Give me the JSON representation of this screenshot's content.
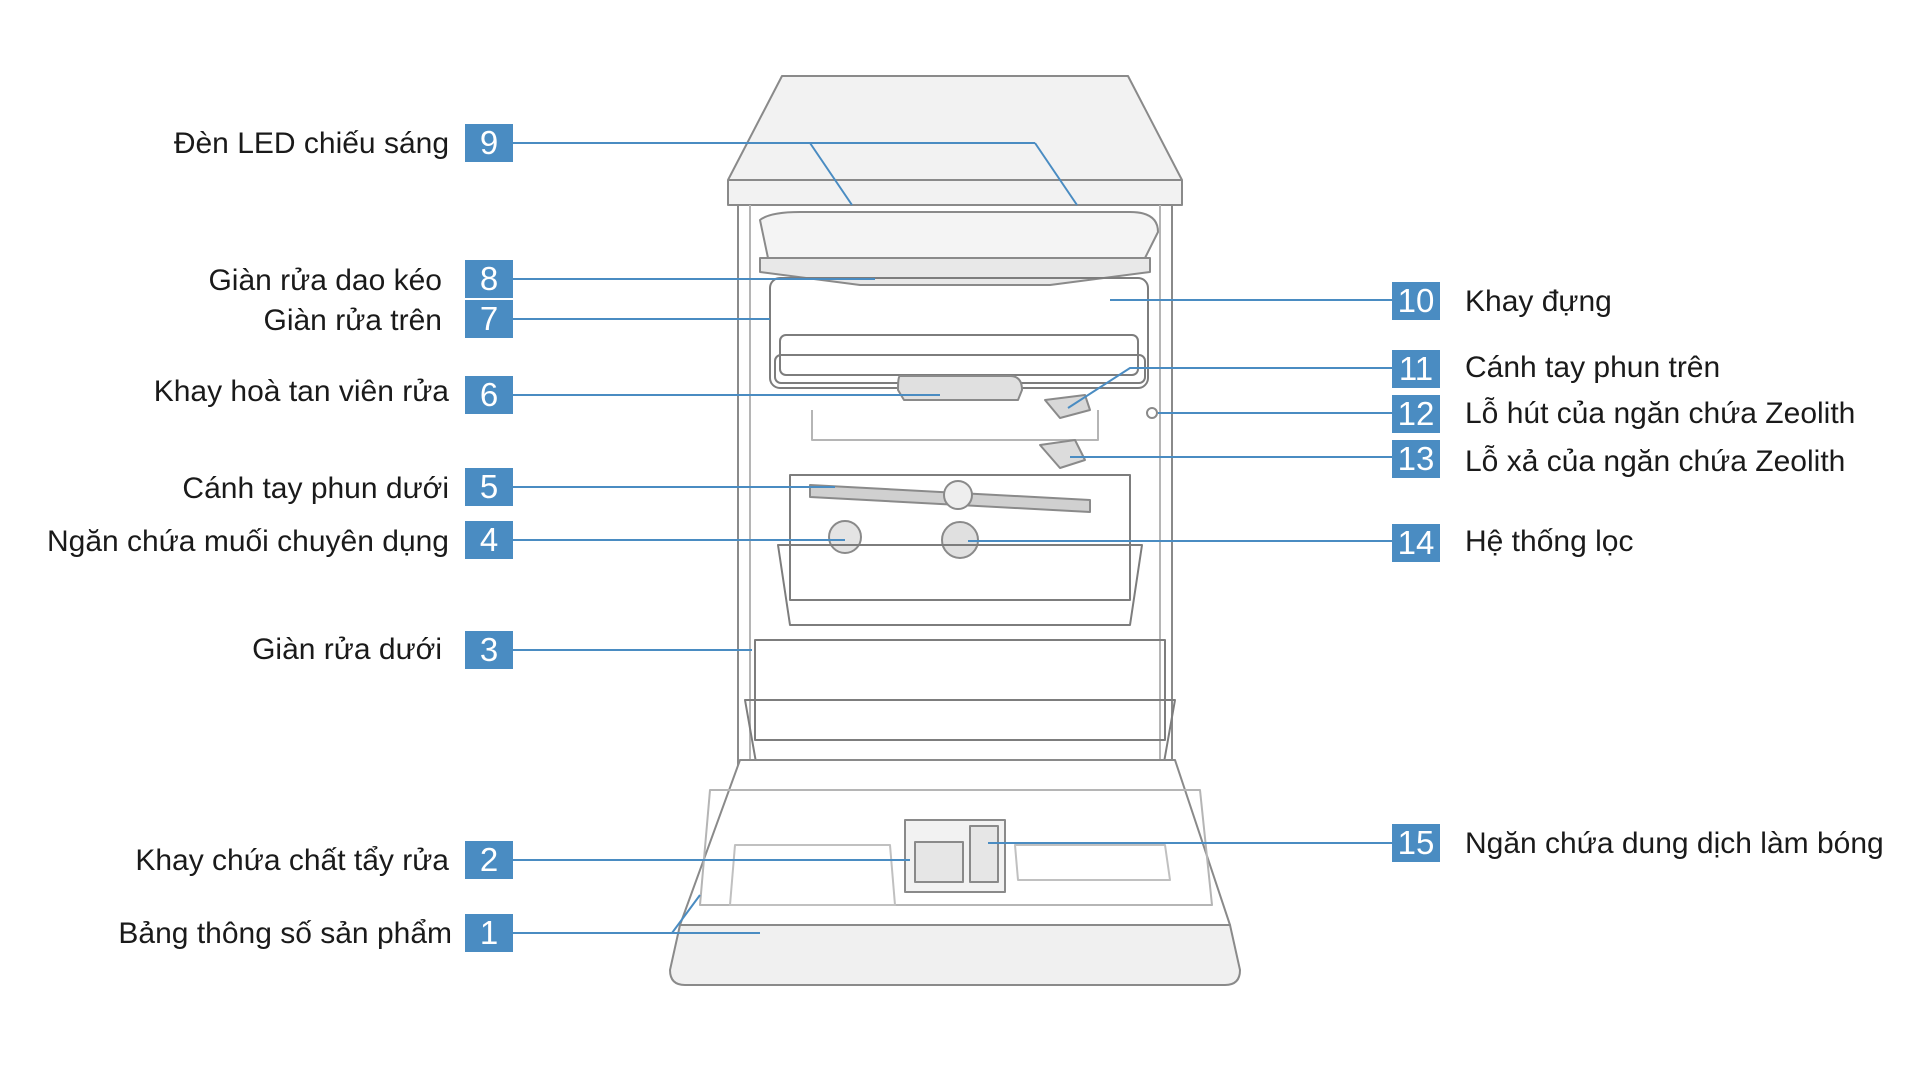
{
  "diagram": {
    "accent_color": "#4a8cc2",
    "callouts_left": [
      {
        "number": "9",
        "label": "Đèn LED chiếu sáng"
      },
      {
        "number": "8",
        "label": "Giàn rửa dao kéo"
      },
      {
        "number": "7",
        "label": "Giàn rửa trên"
      },
      {
        "number": "6",
        "label": "Khay hoà tan viên rửa"
      },
      {
        "number": "5",
        "label": "Cánh tay phun dưới"
      },
      {
        "number": "4",
        "label": "Ngăn chứa muối chuyên dụng"
      },
      {
        "number": "3",
        "label": "Giàn rửa dưới"
      },
      {
        "number": "2",
        "label": "Khay chứa chất tẩy rửa"
      },
      {
        "number": "1",
        "label": "Bảng thông số sản phẩm"
      }
    ],
    "callouts_right": [
      {
        "number": "10",
        "label": "Khay đựng"
      },
      {
        "number": "11",
        "label": "Cánh tay phun trên"
      },
      {
        "number": "12",
        "label": "Lỗ hút của ngăn chứa Zeolith"
      },
      {
        "number": "13",
        "label": "Lỗ xả của ngăn chứa Zeolith"
      },
      {
        "number": "14",
        "label": "Hệ thống lọc"
      },
      {
        "number": "15",
        "label": "Ngăn chứa dung dịch làm bóng"
      }
    ]
  }
}
